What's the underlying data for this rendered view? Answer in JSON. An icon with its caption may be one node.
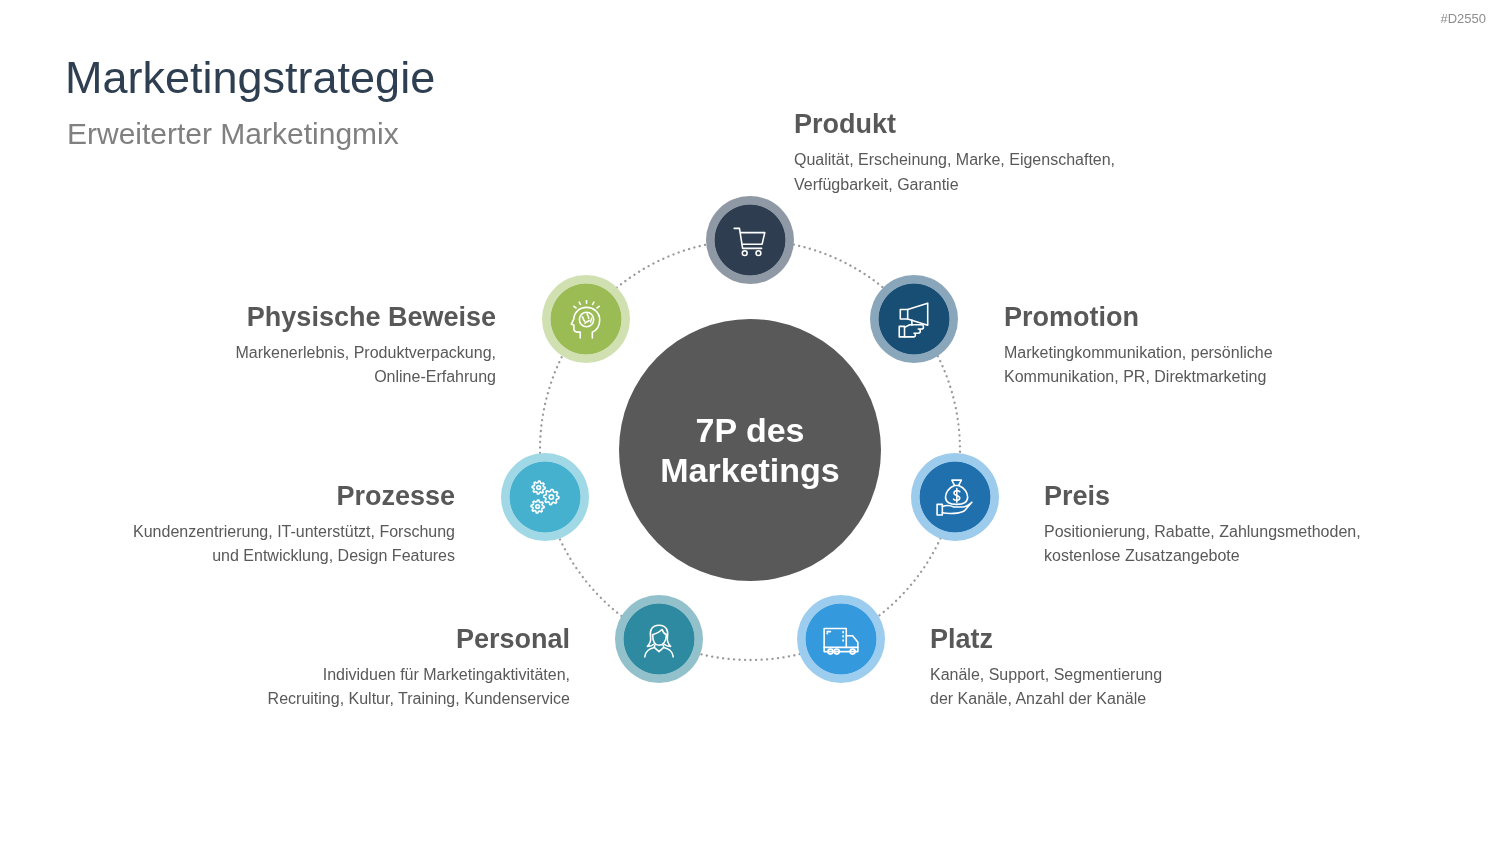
{
  "diagram": {
    "title": "Marketingstrategie",
    "nodes": [
      {
        "text": [
          "7P des Marketings"
        ]
      },
      {
        "text": [
          "Produkt",
          "Qualität, Erscheinung, Marke, Eigenschaften, Verfügbarkeit, Garantie"
        ]
      },
      {
        "text": [
          "Promotion",
          "Marketingkommunikation, persönliche Kommunikation, PR, Direktmarketing"
        ]
      },
      {
        "text": [
          "Preis",
          "Positionierung, Rabatte, Zahlungsmethoden, kostenlose Zusatzangebote"
        ]
      },
      {
        "text": [
          "Platz",
          "Kanäle, Support, Segmentierung der Kanäle, Anzahl der Kanäle"
        ]
      },
      {
        "text": [
          "Personal",
          "Individuen für Marketingaktivitäten, Recruiting, Kultur, Training, Kundenservice"
        ]
      },
      {
        "text": [
          "Prozesse",
          "Kundenzentrierung, IT-unterstützt, Forschung und Entwicklung, Design Features"
        ]
      },
      {
        "text": [
          "Physische Beweise",
          "Markenerlebnis, Produktverpackung, Online-Erfahrung"
        ]
      }
    ],
    "edges": [
      {
        "from": 1,
        "to": 2,
        "arrow": "none",
        "style": "dashed"
      },
      {
        "from": 2,
        "to": 3,
        "arrow": "none",
        "style": "dashed"
      },
      {
        "from": 3,
        "to": 4,
        "arrow": "none",
        "style": "dashed"
      },
      {
        "from": 4,
        "to": 5,
        "arrow": "none",
        "style": "dashed"
      },
      {
        "from": 5,
        "to": 6,
        "arrow": "none",
        "style": "dashed"
      },
      {
        "from": 6,
        "to": 7,
        "arrow": "none",
        "style": "dashed"
      },
      {
        "from": 7,
        "to": 1,
        "arrow": "none",
        "style": "dashed"
      }
    ],
    "labels": [
      "#D2550",
      "Erweiterter Marketingmix"
    ]
  }
}
